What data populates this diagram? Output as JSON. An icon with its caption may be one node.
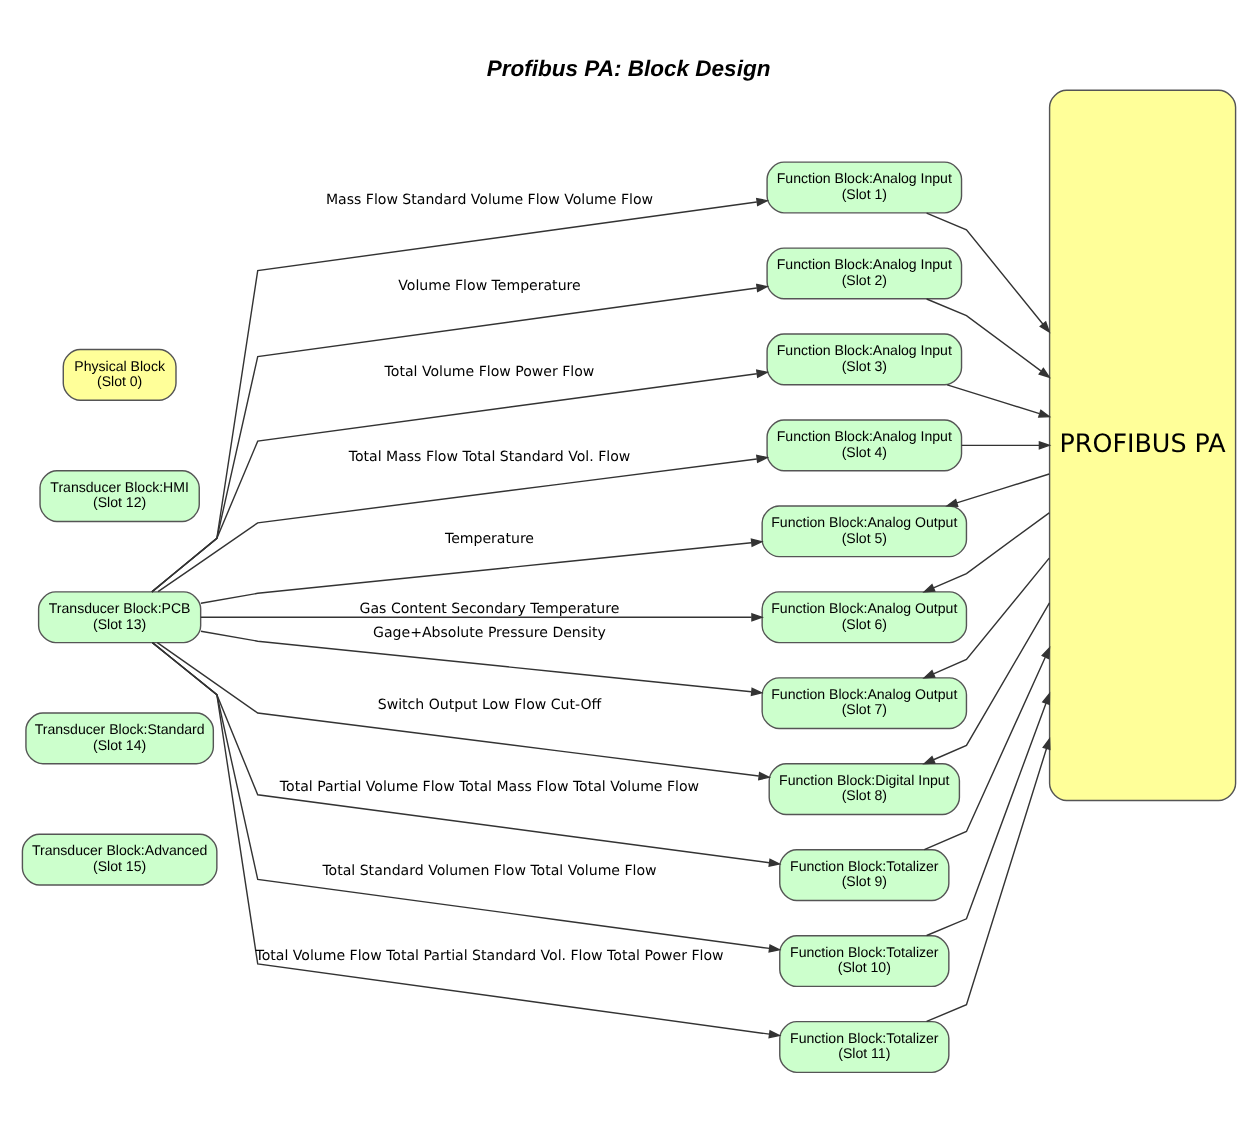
{
  "diagram": {
    "title": "Profibus PA: Block Design",
    "nodes": [
      {
        "text": [
          "Physical Block",
          "(Slot 0)"
        ]
      },
      {
        "text": [
          "Transducer Block:HMI",
          "(Slot 12)"
        ]
      },
      {
        "text": [
          "Transducer Block:PCB",
          "(Slot 13)"
        ]
      },
      {
        "text": [
          "Transducer Block:Standard",
          "(Slot 14)"
        ]
      },
      {
        "text": [
          "Transducer Block:Advanced",
          "(Slot 15)"
        ]
      },
      {
        "text": [
          "Function Block:Analog Input",
          "(Slot 1)"
        ]
      },
      {
        "text": [
          "Function Block:Analog Input",
          "(Slot 2)"
        ]
      },
      {
        "text": [
          "Function Block:Analog Input",
          "(Slot 3)"
        ]
      },
      {
        "text": [
          "Function Block:Analog Input",
          "(Slot 4)"
        ]
      },
      {
        "text": [
          "Function Block:Analog Output",
          "(Slot 5)"
        ]
      },
      {
        "text": [
          "Function Block:Analog Output",
          "(Slot 6)"
        ]
      },
      {
        "text": [
          "Function Block:Analog Output",
          "(Slot 7)"
        ]
      },
      {
        "text": [
          "Function Block:Digital Input",
          "(Slot 8)"
        ]
      },
      {
        "text": [
          "Function Block:Totalizer",
          "(Slot 9)"
        ]
      },
      {
        "text": [
          "Function Block:Totalizer",
          "(Slot 10)"
        ]
      },
      {
        "text": [
          "Function Block:Totalizer",
          "(Slot 11)"
        ]
      },
      {
        "text": [
          "PROFIBUS PA"
        ]
      }
    ],
    "edges": [
      {
        "from": 2,
        "to": 5,
        "arrow": "to",
        "label": "Mass Flow Standard Volume Flow Volume Flow"
      },
      {
        "from": 2,
        "to": 6,
        "arrow": "to",
        "label": "Volume Flow Temperature"
      },
      {
        "from": 2,
        "to": 7,
        "arrow": "to",
        "label": "Total Volume Flow Power Flow"
      },
      {
        "from": 2,
        "to": 8,
        "arrow": "to",
        "label": "Total Mass Flow Total Standard Vol. Flow"
      },
      {
        "from": 2,
        "to": 9,
        "arrow": "to",
        "label": "Temperature"
      },
      {
        "from": 2,
        "to": 10,
        "arrow": "to",
        "label": "Gas Content Secondary Temperature"
      },
      {
        "from": 2,
        "to": 11,
        "arrow": "to",
        "label": "Gage+Absolute Pressure Density"
      },
      {
        "from": 2,
        "to": 12,
        "arrow": "to",
        "label": "Switch Output Low Flow Cut-Off"
      },
      {
        "from": 2,
        "to": 13,
        "arrow": "to",
        "label": "Total Partial Volume Flow Total Mass Flow Total Volume Flow"
      },
      {
        "from": 2,
        "to": 14,
        "arrow": "to",
        "label": "Total Standard Volumen Flow Total Volume Flow"
      },
      {
        "from": 2,
        "to": 15,
        "arrow": "to",
        "label": "Total Volume Flow Total Partial Standard Vol. Flow Total Power Flow"
      },
      {
        "from": 5,
        "to": 16,
        "arrow": "to"
      },
      {
        "from": 6,
        "to": 16,
        "arrow": "to"
      },
      {
        "from": 7,
        "to": 16,
        "arrow": "to"
      },
      {
        "from": 8,
        "to": 16,
        "arrow": "to"
      },
      {
        "from": 16,
        "to": 9,
        "arrow": "to"
      },
      {
        "from": 16,
        "to": 10,
        "arrow": "to"
      },
      {
        "from": 16,
        "to": 11,
        "arrow": "to"
      },
      {
        "from": 16,
        "to": 12,
        "arrow": "to"
      },
      {
        "from": 13,
        "to": 16,
        "arrow": "to"
      },
      {
        "from": 14,
        "to": 16,
        "arrow": "to"
      },
      {
        "from": 15,
        "to": 16,
        "arrow": "to"
      }
    ]
  }
}
